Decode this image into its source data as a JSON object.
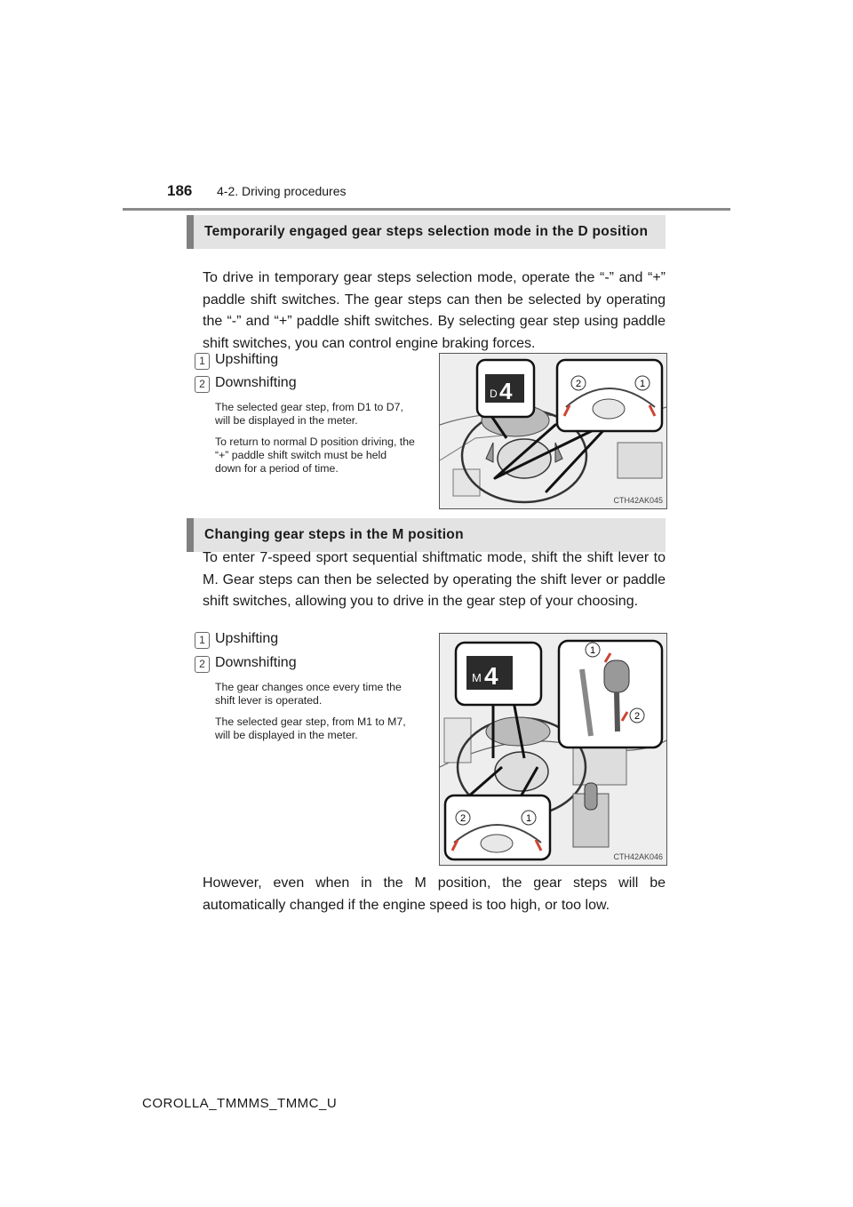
{
  "header": {
    "page_number": "186",
    "section": "4-2. Driving procedures"
  },
  "section1": {
    "heading": "Temporarily engaged gear steps selection mode in the D position",
    "paragraph": "To drive in temporary gear steps selection mode, operate the “-” and “+” paddle shift switches. The gear steps can then be selected by operating the “-” and “+” paddle shift switches. By selecting gear step using paddle shift switches, you can control engine braking forces.",
    "items": [
      {
        "num": "1",
        "label": "Upshifting"
      },
      {
        "num": "2",
        "label": "Downshifting"
      }
    ],
    "notes": [
      "The selected gear step, from D1 to D7, will be displayed in the meter.",
      "To return to normal D position driving, the “+” paddle shift switch must be held down for a period of time."
    ],
    "figure": {
      "code": "CTH42AK045",
      "display_letter": "D",
      "display_digit": "4",
      "callouts": [
        "2",
        "1"
      ]
    }
  },
  "section2": {
    "heading": "Changing gear steps in the M position",
    "paragraph": "To enter 7-speed sport sequential shiftmatic mode, shift the shift lever to M. Gear steps can then be selected by operating the shift lever or paddle shift switches, allowing you to drive in the gear step of your choosing.",
    "items": [
      {
        "num": "1",
        "label": "Upshifting"
      },
      {
        "num": "2",
        "label": "Downshifting"
      }
    ],
    "notes": [
      "The gear changes once every time the shift lever is operated.",
      "The selected gear step, from M1 to M7, will be displayed in the meter."
    ],
    "figure": {
      "code": "CTH42AK046",
      "display_letter": "M",
      "display_digit": "4",
      "lever_callouts": [
        "1",
        "2"
      ],
      "paddle_callouts": [
        "2",
        "1"
      ]
    },
    "closing": "However, even when in the M position, the gear steps will be automatically changed if the engine speed is too high, or too low."
  },
  "footer": {
    "model_code": "COROLLA_TMMMS_TMMC_U"
  }
}
